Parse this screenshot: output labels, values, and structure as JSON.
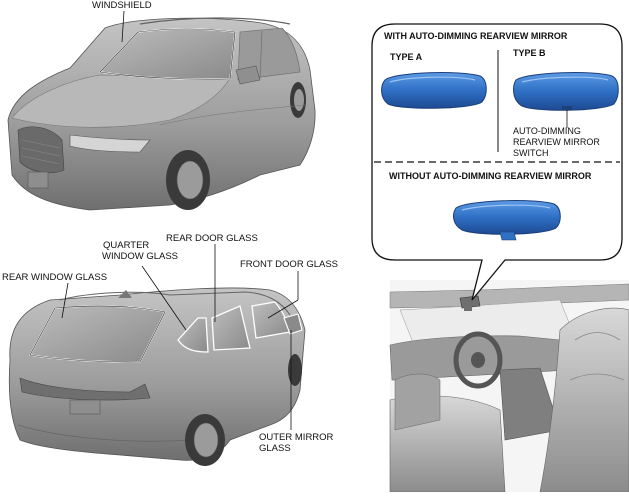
{
  "labels": {
    "windshield": "WINDSHIELD",
    "rear_window_glass": "REAR WINDOW GLASS",
    "quarter_window_glass_line1": "QUARTER",
    "quarter_window_glass_line2": "WINDOW GLASS",
    "rear_door_glass": "REAR DOOR GLASS",
    "front_door_glass": "FRONT DOOR GLASS",
    "outer_mirror_glass_line1": "OUTER MIRROR",
    "outer_mirror_glass_line2": "GLASS"
  },
  "callout": {
    "with_heading": "WITH AUTO-DIMMING REARVIEW MIRROR",
    "type_a": "TYPE A",
    "type_b": "TYPE B",
    "switch_line1": "AUTO-DIMMING",
    "switch_line2": "REARVIEW MIRROR",
    "switch_line3": "SWITCH",
    "without_heading": "WITHOUT AUTO-DIMMING REARVIEW MIRROR"
  },
  "colors": {
    "mirror_blue": "#2f6fc4",
    "mirror_blue_dark": "#1f4f99",
    "car_body": "#a7a7a7",
    "car_shade": "#7e7e7e",
    "glass_outline": "#ffffff",
    "line": "#111111"
  }
}
